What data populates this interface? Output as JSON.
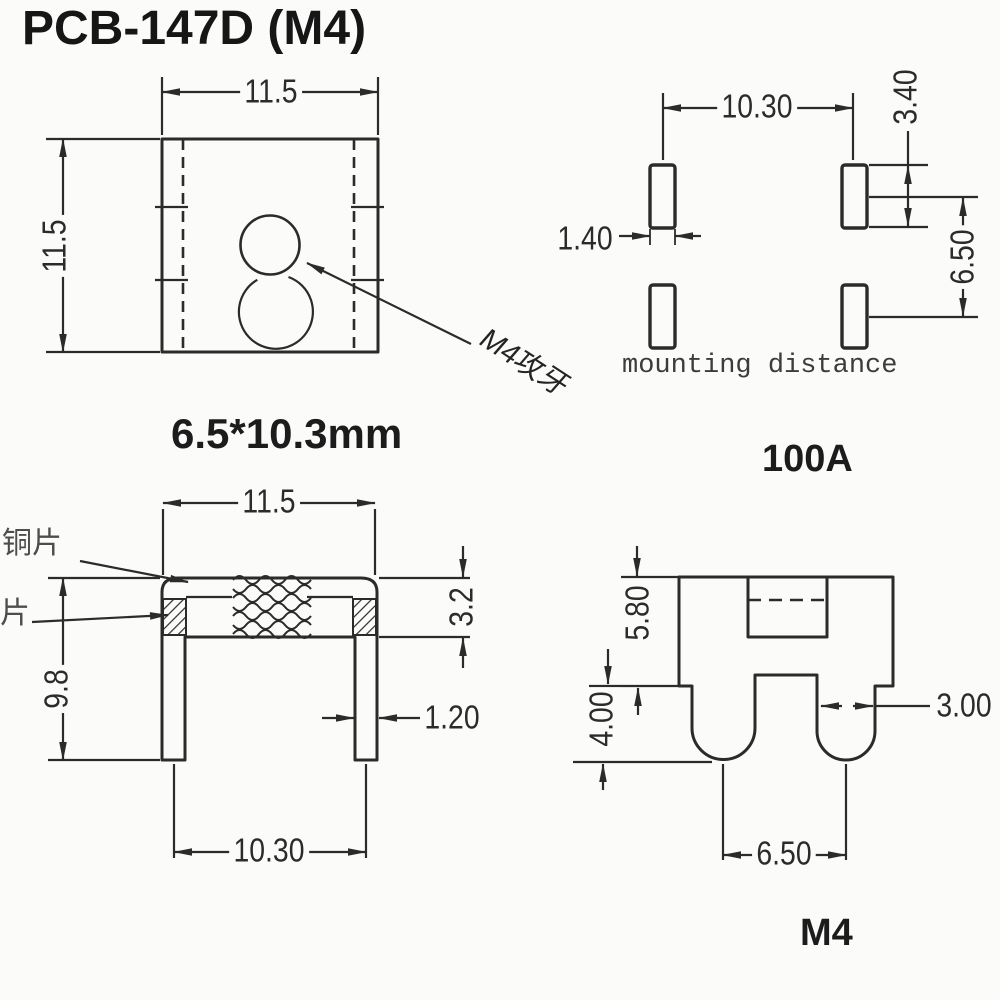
{
  "title": "PCB-147D (M4)",
  "top_view": {
    "dim_width": "11.5",
    "dim_height": "11.5",
    "hole_note": "M4攻牙",
    "caption": "6.5*10.3mm"
  },
  "mounting_view": {
    "pitch_x": "10.30",
    "pad_length": "3.40",
    "pad_width": "1.40",
    "pitch_y": "6.50",
    "caption": "mounting distance",
    "current_rating": "100A"
  },
  "front_view": {
    "dim_width": "11.5",
    "dim_plate_thickness": "3.2",
    "dim_total_height": "9.8",
    "dim_leg_width": "1.20",
    "dim_leg_pitch": "10.30",
    "label_copper_sheet": "铜片",
    "label_sheet": "片"
  },
  "side_view": {
    "dim_body_height": "5.80",
    "dim_leg_length": "4.00",
    "dim_leg_width": "3.00",
    "dim_leg_pitch": "6.50",
    "thread_size": "M4"
  },
  "colors": {
    "line": "#2b2b2b",
    "text": "#1c1c1c",
    "background": "#fbfbfa"
  }
}
